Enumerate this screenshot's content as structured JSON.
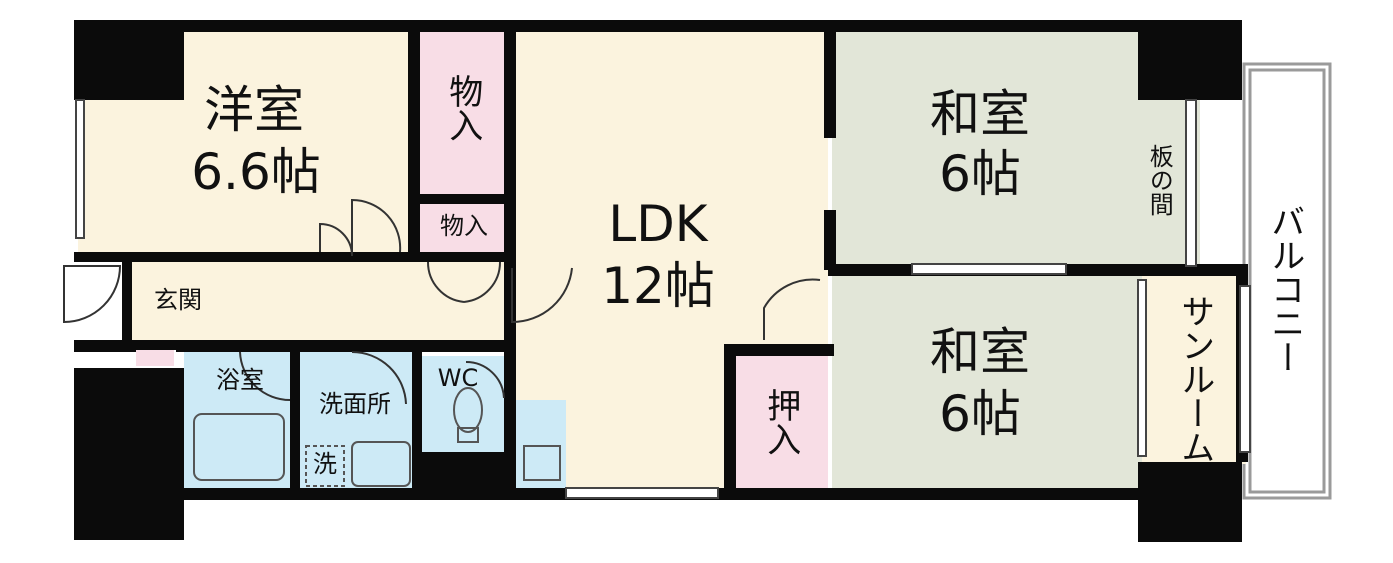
{
  "colors": {
    "wall": "#0b0b0b",
    "western_room": "#fbf3de",
    "ldk": "#fbf3de",
    "washitsu": "#e2e6d8",
    "storage": "#f8dde6",
    "wet_area": "#cdeaf6",
    "sunroom": "#fbf3de",
    "itanoma": "#e2e6d8"
  },
  "rooms": {
    "western": {
      "name": "洋室",
      "size": "6.6帖"
    },
    "storage1": {
      "name": "物入"
    },
    "storage2": {
      "name": "物入"
    },
    "ldk": {
      "name": "LDK",
      "size": "12帖"
    },
    "washitsu_upper": {
      "name": "和室",
      "size": "6帖"
    },
    "washitsu_lower": {
      "name": "和室",
      "size": "6帖"
    },
    "itanoma": {
      "name": "板の間"
    },
    "balcony": {
      "name": "バルコニー"
    },
    "sunroom": {
      "name": "サンルーム"
    },
    "oshiire": {
      "name": "押入"
    },
    "entrance": {
      "name": "玄関"
    },
    "bath": {
      "name": "浴室"
    },
    "washroom": {
      "name": "洗面所"
    },
    "washer": {
      "name": "洗"
    },
    "wc": {
      "name": "WC"
    }
  }
}
